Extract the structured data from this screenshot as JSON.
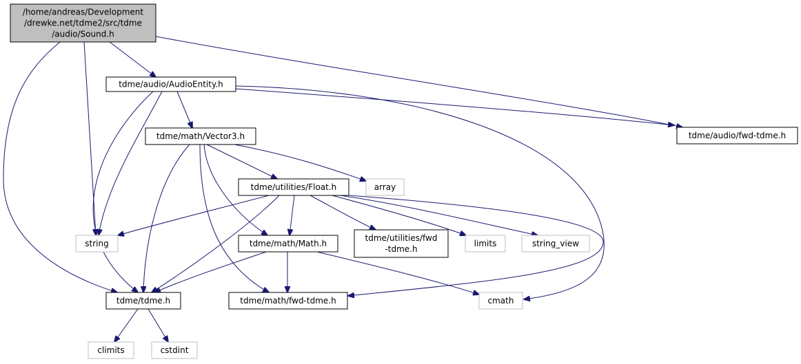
{
  "diagram": {
    "edge_color": "#191970",
    "root_fill": "#bfbfbf",
    "system_stroke": "#bfbfbf",
    "nodes": {
      "root": {
        "lines": [
          "/home/andreas/Development",
          "/drewke.net/tdme2/src/tdme",
          "/audio/Sound.h"
        ],
        "kind": "root"
      },
      "audioentity": {
        "lines": [
          "tdme/audio/AudioEntity.h"
        ],
        "kind": "file"
      },
      "audiofwd": {
        "lines": [
          "tdme/audio/fwd-tdme.h"
        ],
        "kind": "file"
      },
      "vector3": {
        "lines": [
          "tdme/math/Vector3.h"
        ],
        "kind": "file"
      },
      "float": {
        "lines": [
          "tdme/utilities/Float.h"
        ],
        "kind": "file"
      },
      "array": {
        "lines": [
          "array"
        ],
        "kind": "system"
      },
      "string": {
        "lines": [
          "string"
        ],
        "kind": "system"
      },
      "math": {
        "lines": [
          "tdme/math/Math.h"
        ],
        "kind": "file"
      },
      "utilfwd": {
        "lines": [
          "tdme/utilities/fwd",
          "-tdme.h"
        ],
        "kind": "file"
      },
      "limits": {
        "lines": [
          "limits"
        ],
        "kind": "system"
      },
      "string_view": {
        "lines": [
          "string_view"
        ],
        "kind": "system"
      },
      "tdme": {
        "lines": [
          "tdme/tdme.h"
        ],
        "kind": "file"
      },
      "mathfwd": {
        "lines": [
          "tdme/math/fwd-tdme.h"
        ],
        "kind": "file"
      },
      "cmath": {
        "lines": [
          "cmath"
        ],
        "kind": "system"
      },
      "climits": {
        "lines": [
          "climits"
        ],
        "kind": "system"
      },
      "cstdint": {
        "lines": [
          "cstdint"
        ],
        "kind": "system"
      }
    },
    "edges": [
      [
        "root",
        "audioentity"
      ],
      [
        "root",
        "audiofwd"
      ],
      [
        "root",
        "string"
      ],
      [
        "root",
        "tdme"
      ],
      [
        "audioentity",
        "audiofwd"
      ],
      [
        "audioentity",
        "vector3"
      ],
      [
        "audioentity",
        "string"
      ],
      [
        "audioentity",
        "tdme"
      ],
      [
        "audioentity",
        "cmath"
      ],
      [
        "vector3",
        "float"
      ],
      [
        "vector3",
        "array"
      ],
      [
        "vector3",
        "math"
      ],
      [
        "vector3",
        "tdme"
      ],
      [
        "vector3",
        "mathfwd"
      ],
      [
        "float",
        "string"
      ],
      [
        "float",
        "math"
      ],
      [
        "float",
        "utilfwd"
      ],
      [
        "float",
        "limits"
      ],
      [
        "float",
        "string_view"
      ],
      [
        "float",
        "tdme"
      ],
      [
        "float",
        "mathfwd"
      ],
      [
        "math",
        "tdme"
      ],
      [
        "math",
        "mathfwd"
      ],
      [
        "math",
        "cmath"
      ],
      [
        "tdme",
        "climits"
      ],
      [
        "tdme",
        "cstdint"
      ]
    ]
  }
}
